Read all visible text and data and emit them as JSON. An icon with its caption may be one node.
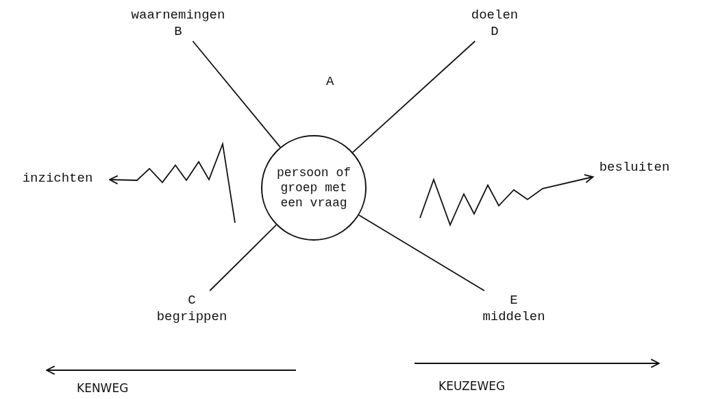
{
  "diagram": {
    "nodes": [
      {
        "text": [
          "persoon of groep met een vraag"
        ]
      },
      {
        "text": [
          "waarnemingen",
          "B"
        ]
      },
      {
        "text": [
          "doelen",
          "D"
        ]
      },
      {
        "text": [
          "inzichten"
        ]
      },
      {
        "text": [
          "besluiten"
        ]
      },
      {
        "text": [
          "C",
          "begrippen"
        ]
      },
      {
        "text": [
          "E",
          "middelen"
        ]
      }
    ],
    "edges": [
      {
        "from": 0,
        "to": 1,
        "arrow": "none"
      },
      {
        "from": 0,
        "to": 2,
        "arrow": "none"
      },
      {
        "from": null,
        "to": 3,
        "arrow": "to"
      },
      {
        "from": null,
        "to": 4,
        "arrow": "to"
      },
      {
        "from": 0,
        "to": 5,
        "arrow": "none"
      },
      {
        "from": 0,
        "to": 6,
        "arrow": "none"
      }
    ],
    "labels": [
      "A",
      "KENWEG",
      "KEUZEWEG"
    ]
  }
}
